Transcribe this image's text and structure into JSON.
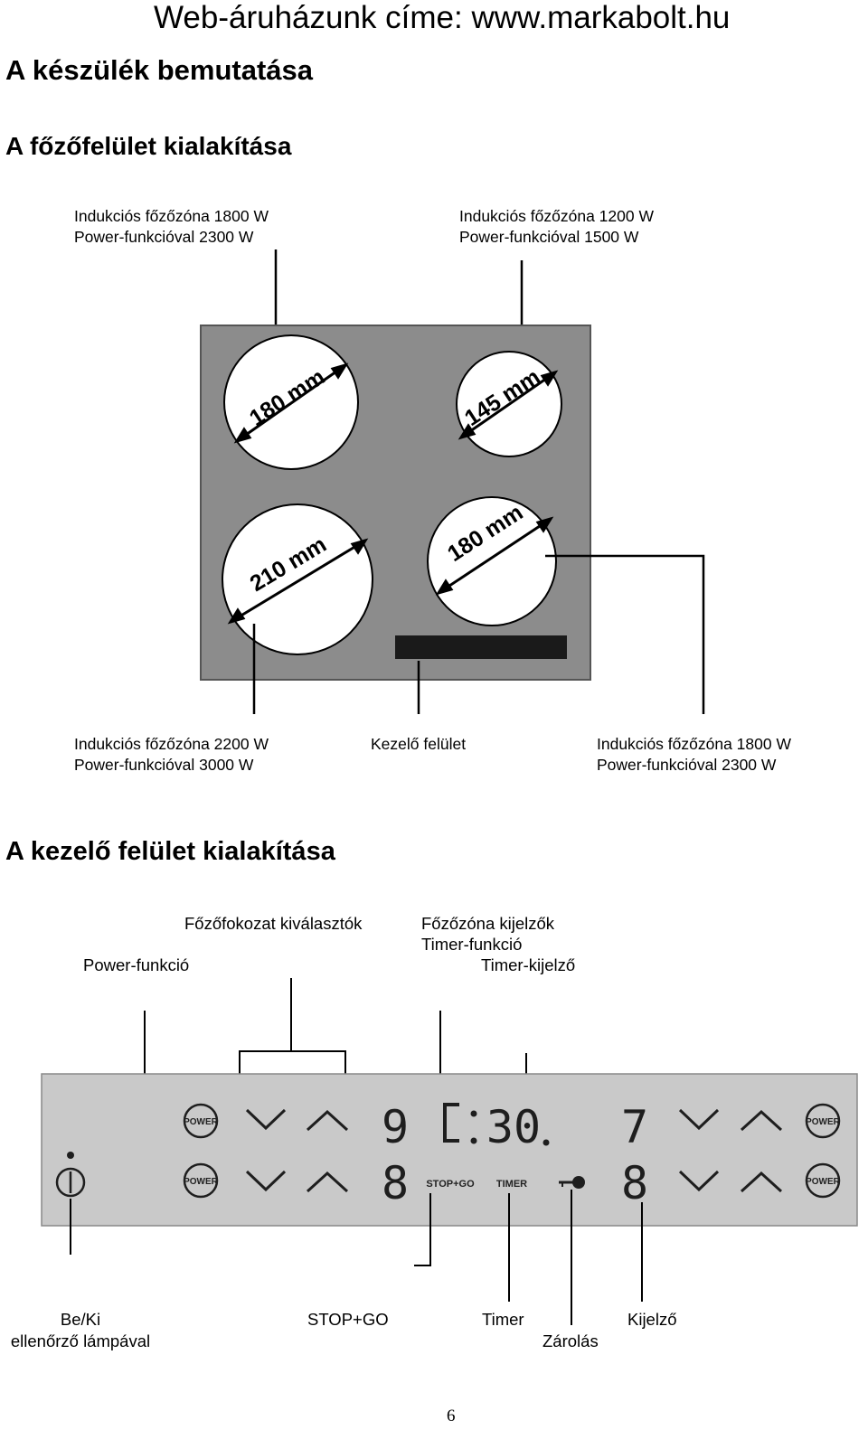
{
  "header": {
    "website": "Web-áruházunk címe: www.markabolt.hu"
  },
  "section_title": "A készülék bemutatása",
  "hob": {
    "title": "A főzőfelület kialakítása",
    "top_left": {
      "line1": "Indukciós főzőzóna 1800 W",
      "line2": "Power-funkcióval 2300 W"
    },
    "top_right": {
      "line1": "Indukciós főzőzóna 1200 W",
      "line2": "Power-funkcióval 1500 W"
    },
    "bottom_left": {
      "line1": "Indukciós főzőzóna 2200 W",
      "line2": "Power-funkcióval 3000 W"
    },
    "bottom_middle": {
      "line1": "Kezelő felület"
    },
    "bottom_right": {
      "line1": "Indukciós főzőzóna 1800 W",
      "line2": "Power-funkcióval 2300 W"
    },
    "zones": {
      "top_left_diameter": "180 mm",
      "top_right_diameter": "145 mm",
      "bottom_left_diameter": "210 mm",
      "bottom_right_diameter": "180 mm"
    },
    "colors": {
      "plate": "#8c8c8c",
      "zone": "#ffffff",
      "control_strip": "#1a1a1a"
    }
  },
  "panel": {
    "title": "A kezelő felület kialakítása",
    "top_labels": {
      "power_function": "Power-funkció",
      "level_selectors": "Főzőfokozat kiválasztók",
      "zone_displays": "Főzőzóna kijelzők",
      "timer_function": "Timer-funkció",
      "timer_display": "Timer-kijelző"
    },
    "buttons": {
      "power": "POWER",
      "stop_go": "STOP+GO",
      "timer": "TIMER"
    },
    "displays": {
      "upper_left_digit": "9",
      "timer_readout": "30",
      "upper_right_digit": "7",
      "lower_left_digit": "8",
      "lower_right_digit": "8"
    },
    "bottom_labels": {
      "onoff_line1": "Be/Ki",
      "onoff_line2": "ellenőrző lámpával",
      "stop_go": "STOP+GO",
      "timer": "Timer",
      "lock": "Zárolás",
      "display": "Kijelző"
    },
    "colors": {
      "panel": "#c9c9c9",
      "symbol": "#1e1e1e"
    }
  },
  "page_number": "6"
}
